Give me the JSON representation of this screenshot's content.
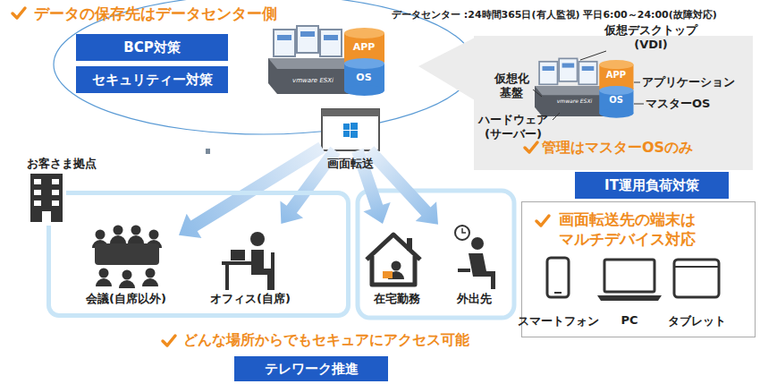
{
  "diagram": {
    "nodes": [
      {
        "text": [
          "BCP対策"
        ]
      },
      {
        "text": [
          "セキュリティー対策"
        ]
      },
      {
        "text": [
          "画面転送"
        ]
      },
      {
        "text": [
          "IT運用負荷対策"
        ]
      },
      {
        "text": [
          "お客さま拠点"
        ]
      },
      {
        "text": [
          "会議(自席以外)"
        ],
        "in": 4
      },
      {
        "text": [
          "オフィス(自席)"
        ],
        "in": 4
      },
      {
        "text": [
          "在宅勤務"
        ]
      },
      {
        "text": [
          "外出先"
        ]
      },
      {
        "text": [
          "画面転送先の端末は マルチデバイス対応"
        ]
      },
      {
        "text": [
          "テレワーク推進"
        ]
      }
    ],
    "edges": [
      {
        "from": 2,
        "to": 5,
        "arrow": "to"
      },
      {
        "from": 2,
        "to": 6,
        "arrow": "to"
      },
      {
        "from": 2,
        "to": 7,
        "arrow": "to"
      },
      {
        "from": 2,
        "to": 8,
        "arrow": "to"
      }
    ],
    "labels": [
      "データの保存先はデータセンター側",
      "データセンター :24時間365日(有人監視) 平日6:00～24:00(故障対応)",
      "vmware ESXi",
      "APP",
      "OS",
      "仮想化 基盤",
      "仮想デスクトップ (VDI)",
      "アプリケーション",
      "マスターOS",
      "ハードウェア (サーバー)",
      "vmware ESXi",
      "APP",
      "OS",
      "管理はマスターOSのみ",
      "スマートフォン",
      "PC",
      "タブレット",
      "どんな場所からでもセキュアにアクセス可能"
    ]
  }
}
